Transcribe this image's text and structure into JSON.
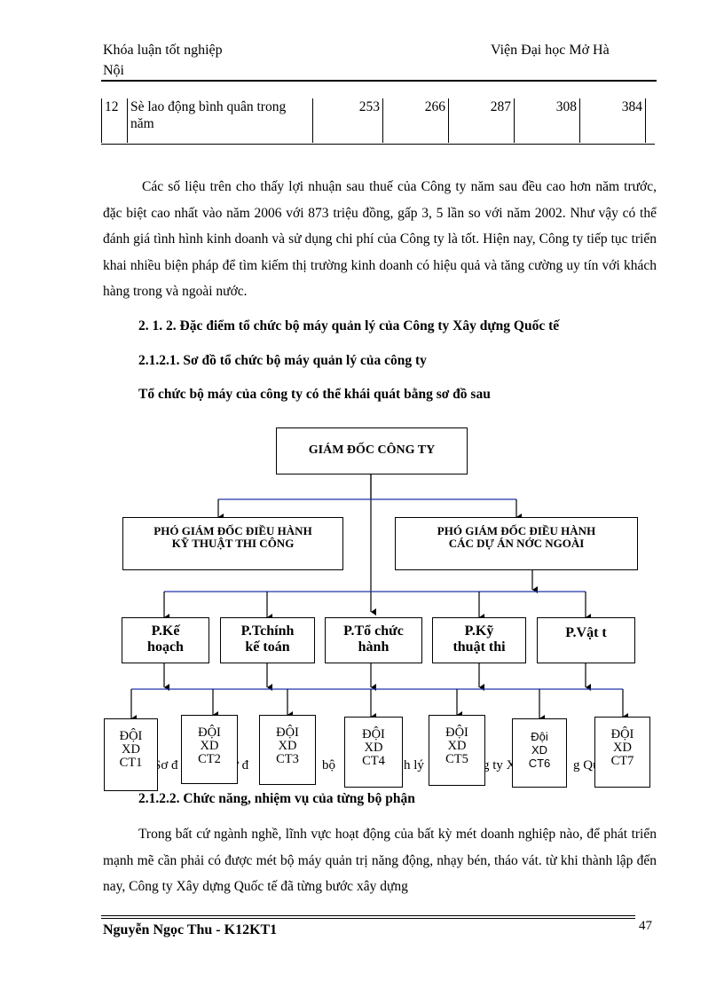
{
  "header": {
    "left_line1": "Khóa luận tốt nghiệp",
    "left_line2": "Nội",
    "right": "Viện Đại học Mở Hà"
  },
  "table_row": {
    "index": "12",
    "label": "Sè lao động bình quân trong năm",
    "values": [
      "253",
      "266",
      "287",
      "308",
      "384"
    ]
  },
  "paragraph1": "Các số liệu trên cho thấy lợi nhuận sau thuế của Công ty năm sau đều cao hơn năm trước, đặc biệt cao nhất vào năm 2006 với 873 triệu đồng, gấp 3, 5 lần so với năm 2002. Như vậy có thể đánh giá tình hình kinh doanh và sử dụng chi phí của Công ty là tốt. Hiện nay, Công ty tiếp tục triển khai nhiều biện pháp để tìm kiếm thị trường kinh doanh có hiệu quả và tăng cường uy tín với khách hàng trong và ngoài nước.",
  "heading1": "2. 1. 2. Đặc điểm tổ chức bộ máy quản lý của Công ty Xây dựng Quốc tế",
  "heading2": "2.1.2.1. Sơ đồ tổ chức bộ máy quản lý của công ty",
  "heading3": "Tổ chức bộ máy của công ty có thể khái quát bằng sơ đồ sau",
  "org": {
    "director": "GIÁM ĐỐC CÔNG TY",
    "vp_left_1": "PHÓ GIÁM ĐỐC ĐIỀU HÀNH",
    "vp_left_2": "KỸ THUẬT THI CÔNG",
    "vp_right_1": "PHÓ GIÁM ĐỐC ĐIỀU HÀNH",
    "vp_right_2": "CÁC DỰ ÁN NỚC NGOÀI",
    "departments": [
      {
        "l1": "P.Kế",
        "l2": "hoạch"
      },
      {
        "l1": "P.Tchính",
        "l2": "kế toán"
      },
      {
        "l1": "P.Tổ chức",
        "l2": "hành"
      },
      {
        "l1": "P.Kỹ",
        "l2": "thuật thi"
      },
      {
        "l1": "P.Vật t",
        "l2": ""
      }
    ],
    "teams": [
      {
        "l1": "ĐỘI",
        "l2": "XD",
        "l3": "CT1"
      },
      {
        "l1": "ĐỘI",
        "l2": "XD",
        "l3": "CT2"
      },
      {
        "l1": "ĐỘI",
        "l2": "XD",
        "l3": "CT3"
      },
      {
        "l1": "ĐỘI",
        "l2": "XD",
        "l3": "CT4"
      },
      {
        "l1": "ĐỘI",
        "l2": "XD",
        "l3": "CT5"
      },
      {
        "l1": "Đội",
        "l2": "XD",
        "l3": "CT6"
      },
      {
        "l1": "ĐỘI",
        "l2": "XD",
        "l3": "CT7"
      }
    ],
    "caption_fragments": [
      "Sơ đ",
      "ơ đ",
      "bộ",
      "h lý",
      "g ty X",
      "g Qu"
    ]
  },
  "heading4": "2.1.2.2. Chức năng, nhiệm vụ của từng bộ phận",
  "paragraph2": "Trong bất cứ ngành nghề, lĩnh vực hoạt động của bất kỳ mét doanh nghiệp nào, để phát triển mạnh mẽ cần phải có được mét bộ máy quản trị năng động, nhạy bén, tháo vát. từ khi thành lập đến nay, Công ty Xây dựng Quốc tế đã từng bước xây dựng",
  "footer": {
    "author": "Nguyễn Ngọc Thu - K12KT1",
    "page": "47"
  }
}
